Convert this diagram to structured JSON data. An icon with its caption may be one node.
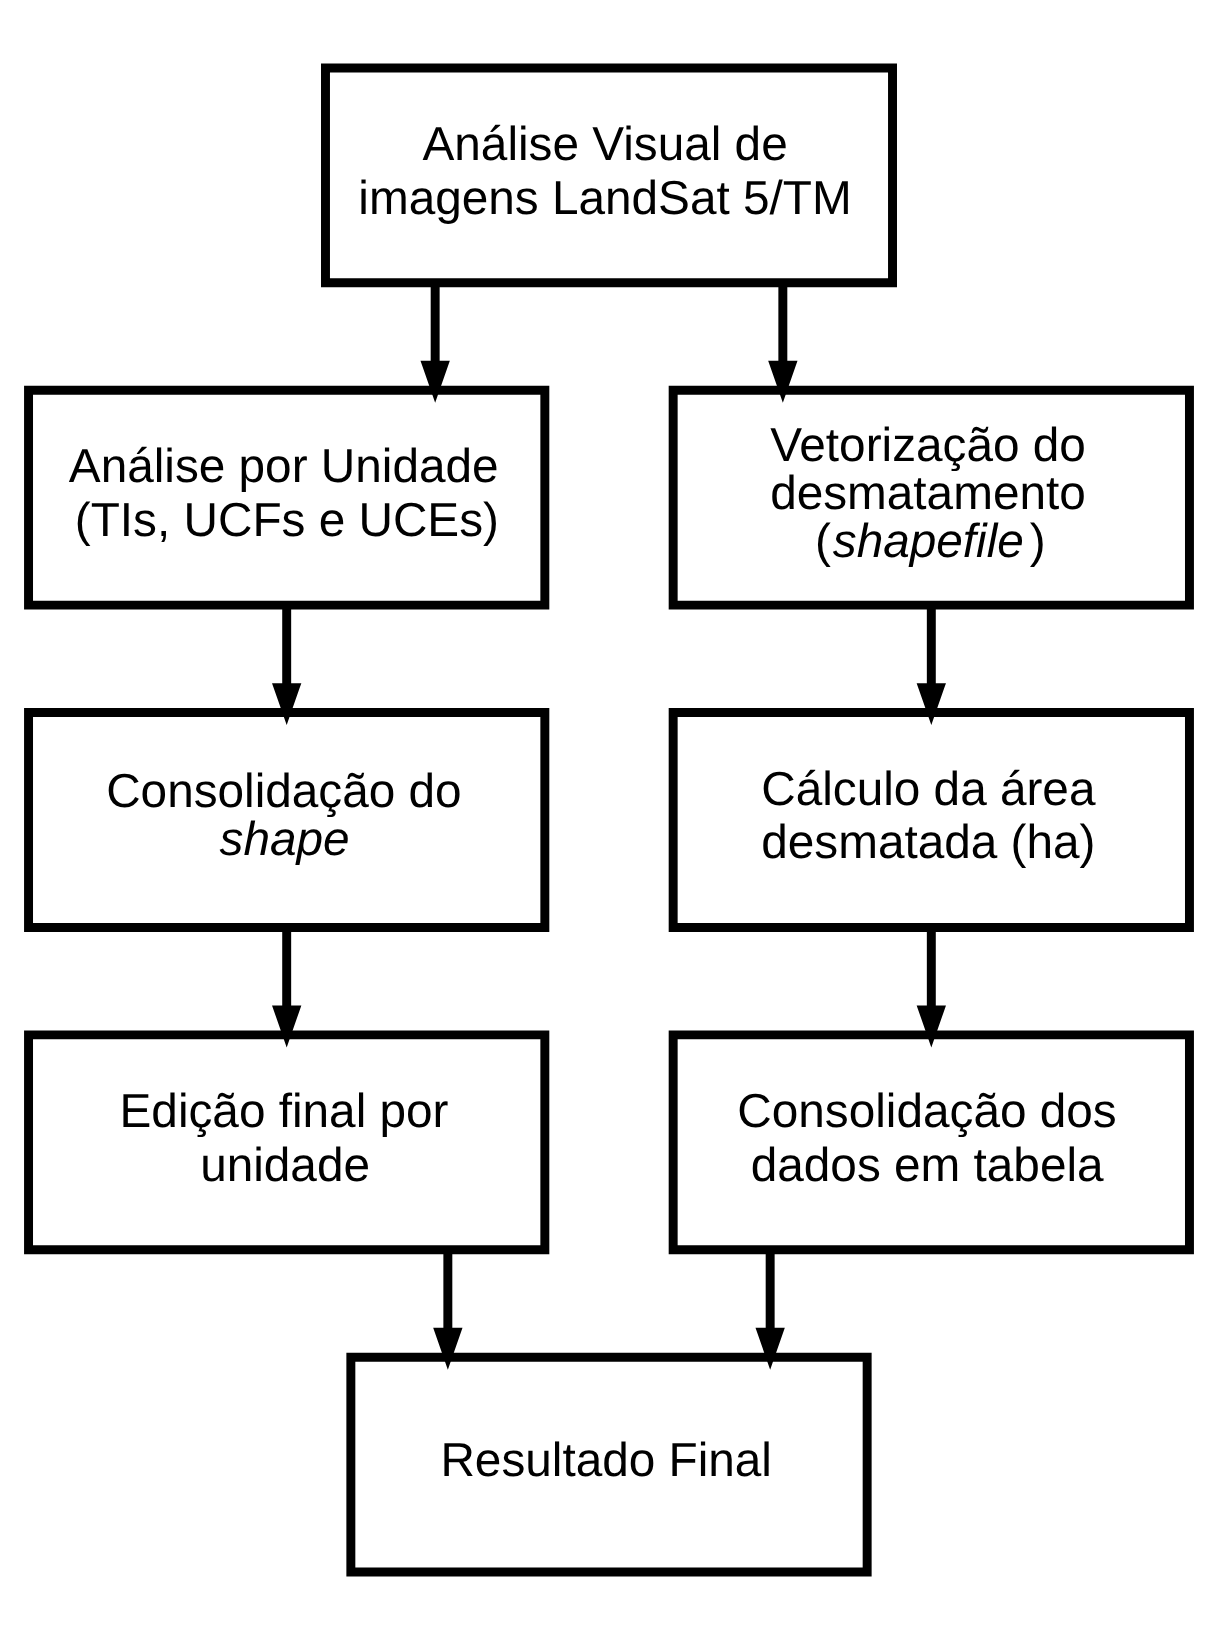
{
  "diagram": {
    "nodes": [
      {
        "text": [
          "Análise Visual de imagens LandSat 5/TM"
        ]
      },
      {
        "text": [
          "Análise por Unidade (TIs, UCFs e UCEs)"
        ]
      },
      {
        "text": [
          "Vetorização do desmatamento (*shapefile*)"
        ]
      },
      {
        "text": [
          "Consolidação do *shape*"
        ]
      },
      {
        "text": [
          "Cálculo da área desmatada (ha)"
        ]
      },
      {
        "text": [
          "Edição final por unidade"
        ]
      },
      {
        "text": [
          "Consolidação dos dados em tabela"
        ]
      },
      {
        "text": [
          "Resultado Final"
        ]
      }
    ],
    "edges": [
      {
        "from": 0,
        "to": 1,
        "arrow": "to"
      },
      {
        "from": 0,
        "to": 2,
        "arrow": "to"
      },
      {
        "from": 1,
        "to": 3,
        "arrow": "to"
      },
      {
        "from": 2,
        "to": 4,
        "arrow": "to"
      },
      {
        "from": 3,
        "to": 5,
        "arrow": "to"
      },
      {
        "from": 4,
        "to": 6,
        "arrow": "to"
      },
      {
        "from": 5,
        "to": 7,
        "arrow": "to"
      },
      {
        "from": 6,
        "to": 7,
        "arrow": "to"
      }
    ]
  }
}
